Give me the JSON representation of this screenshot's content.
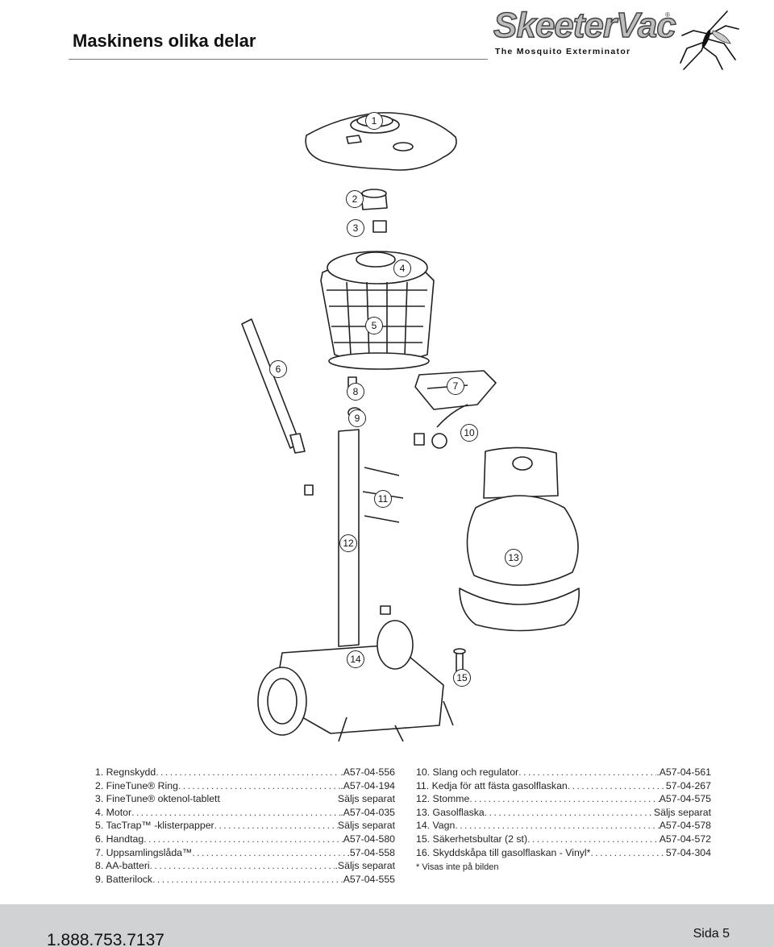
{
  "header": {
    "title": "Maskinens olika delar",
    "brand": "SkeeterVac",
    "registered_mark": "®",
    "tagline": "The Mosquito Exterminator"
  },
  "callouts": [
    "1",
    "2",
    "3",
    "4",
    "5",
    "6",
    "7",
    "8",
    "9",
    "10",
    "11",
    "12",
    "13",
    "14",
    "15"
  ],
  "parts_left": [
    {
      "name": "1. Regnskydd",
      "value": ".A57-04-556"
    },
    {
      "name": "2. FineTune® Ring",
      "value": ".A57-04-194"
    },
    {
      "name": "3. FineTune® oktenol-tablett",
      "value": "Säljs separat"
    },
    {
      "name": "4. Motor",
      "value": ".A57-04-035"
    },
    {
      "name": "5. TacTrap™ -klisterpapper",
      "value": "Säljs separat"
    },
    {
      "name": "6. Handtag",
      "value": "A57-04-580"
    },
    {
      "name": "7. Uppsamlingslåda™",
      "value": ".57-04-558"
    },
    {
      "name": "8. AA-batteri",
      "value": ".Säljs separat"
    },
    {
      "name": "9. Batterilock",
      "value": "A57-04-555"
    }
  ],
  "parts_right": [
    {
      "name": "10. Slang och regulator",
      "value": ".A57-04-561"
    },
    {
      "name": "11. Kedja för att fästa gasolflaskan",
      "value": "57-04-267"
    },
    {
      "name": "12. Stomme",
      "value": "A57-04-575"
    },
    {
      "name": "13. Gasolflaska",
      "value": "Säljs separat"
    },
    {
      "name": "14. Vagn",
      "value": "A57-04-578"
    },
    {
      "name": "15. Säkerhetsbultar (2 st)",
      "value": "A57-04-572"
    },
    {
      "name": "16. Skyddskåpa till gasolflaskan - Vinyl*",
      "value": "57-04-304"
    }
  ],
  "footnote": "* Visas inte på bilden",
  "footer": {
    "phone": "1.888.753.7137",
    "page": "Sida 5"
  }
}
